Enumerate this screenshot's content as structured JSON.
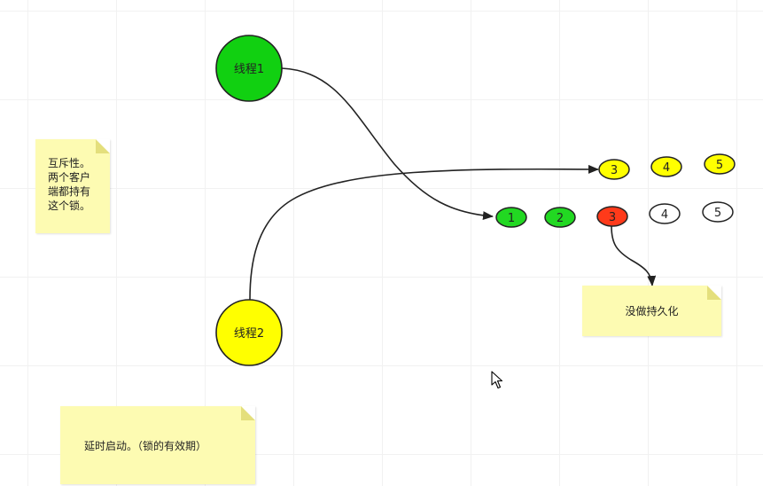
{
  "threads": [
    {
      "id": "thread-1",
      "label": "线程1",
      "color": "#11d011"
    },
    {
      "id": "thread-2",
      "label": "线程2",
      "color": "#ffff00"
    }
  ],
  "rows": {
    "top": [
      {
        "label": "3",
        "color": "#ffff00"
      },
      {
        "label": "4",
        "color": "#ffff00"
      },
      {
        "label": "5",
        "color": "#ffff00"
      }
    ],
    "bottom": [
      {
        "label": "1",
        "color": "#22d822"
      },
      {
        "label": "2",
        "color": "#22d822"
      },
      {
        "label": "3",
        "color": "#ff3a1a"
      },
      {
        "label": "4",
        "color": "#ffffff"
      },
      {
        "label": "5",
        "color": "#ffffff"
      }
    ]
  },
  "notes": {
    "mutex_lines": [
      "互斥性。",
      "两个客户",
      "端都持有",
      "这个锁。"
    ],
    "no_persist": "没做持久化",
    "delayed_start": "延时启动。（锁的有效期）"
  },
  "colors": {
    "note_bg": "#fdfbb2",
    "stroke": "#222222"
  }
}
